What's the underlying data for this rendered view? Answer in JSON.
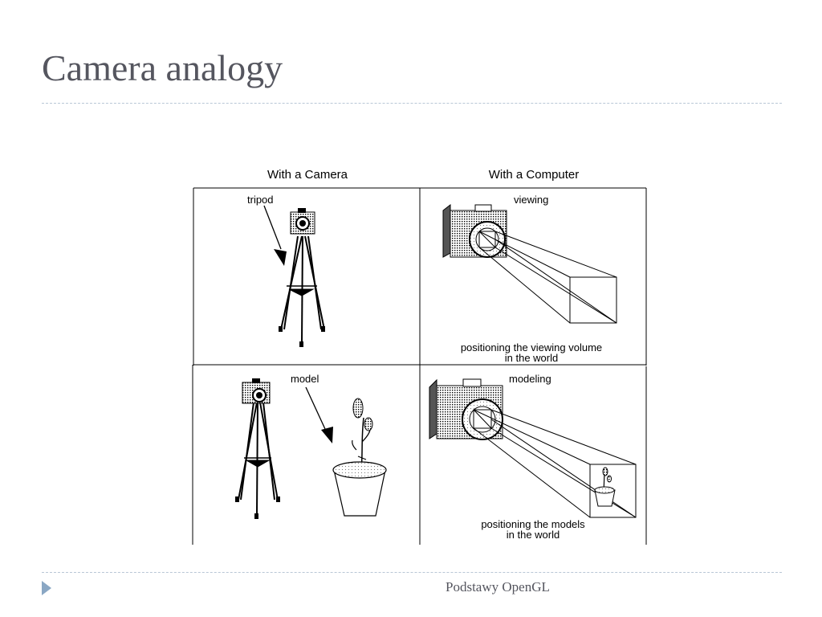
{
  "slide": {
    "title": "Camera analogy",
    "footer": "Podstawy OpenGL"
  },
  "figure": {
    "heading_camera": "With a Camera",
    "heading_computer": "With a Computer",
    "label_tripod": "tripod",
    "label_viewing": "viewing",
    "caption_viewing_line1": "positioning the viewing volume",
    "caption_viewing_line2": "in the world",
    "label_model": "model",
    "label_modeling": "modeling",
    "caption_modeling_line1": "positioning the models",
    "caption_modeling_line2": "in the world"
  },
  "icons": [
    "camera-icon",
    "tripod-icon",
    "flower-pot-icon",
    "arrow-icon",
    "viewing-volume-icon"
  ]
}
